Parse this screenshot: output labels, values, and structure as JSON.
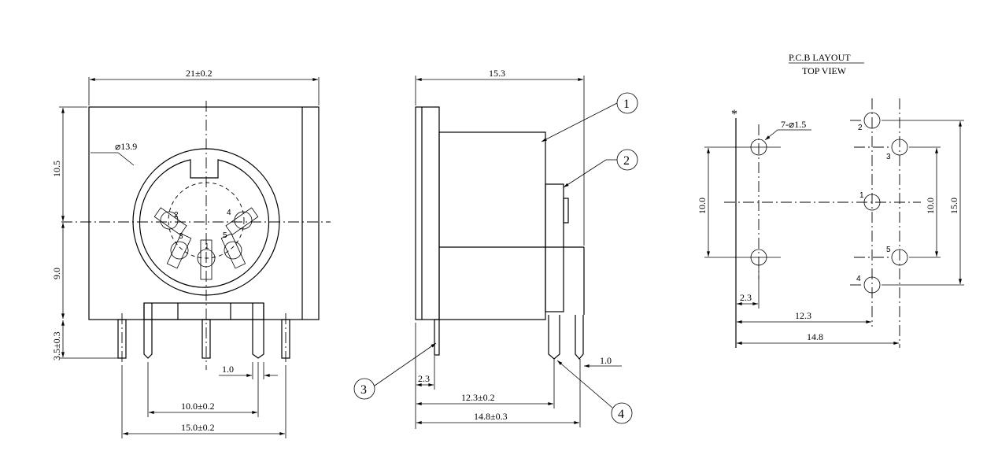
{
  "front_view": {
    "width_dim": "21±0.2",
    "upper_height_dim": "10.5",
    "lower_height_dim": "9.0",
    "pin_length_dim": "3.5±0.3",
    "diameter_label": "⌀13.9",
    "pin_width_dim": "1.0",
    "inner_pin_spacing_dim": "10.0±0.2",
    "outer_pin_spacing_dim": "15.0±0.2",
    "pin_numbers": [
      "1",
      "2",
      "3",
      "4",
      "5"
    ]
  },
  "side_view": {
    "depth_dim": "15.3",
    "front_pin_offset_dim": "2.3",
    "pin_row1_dim": "12.3±0.2",
    "pin_row2_dim": "14.8±0.3",
    "pin_width_dim": "1.0",
    "callouts": [
      "1",
      "2",
      "3",
      "4"
    ]
  },
  "pcb_layout": {
    "title": "P.C.B LAYOUT",
    "subtitle": "TOP VIEW",
    "reference_mark": "*",
    "hole_label": "7-⌀1.5",
    "left_spacing_dim": "10.0",
    "right_inner_spacing_dim": "10.0",
    "right_outer_spacing_dim": "15.0",
    "offset_dim": "2.3",
    "row1_dim": "12.3",
    "row2_dim": "14.8",
    "hole_numbers": [
      "1",
      "2",
      "3",
      "4",
      "5"
    ]
  }
}
